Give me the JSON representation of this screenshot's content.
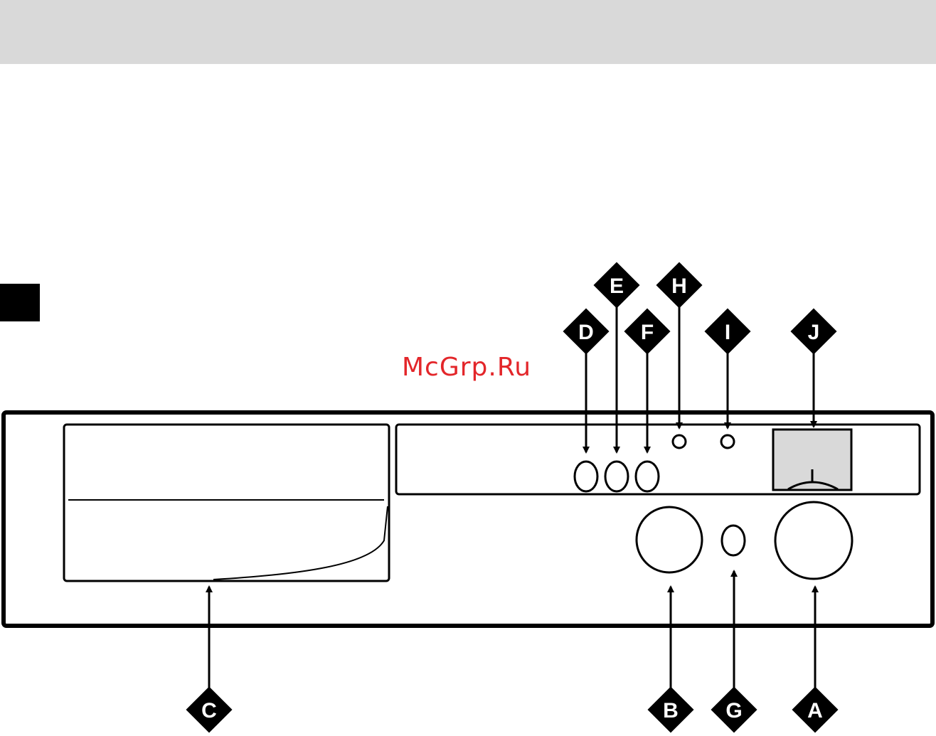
{
  "watermark": "McGrp.Ru",
  "callouts": {
    "A": "A",
    "B": "B",
    "C": "C",
    "D": "D",
    "E": "E",
    "F": "F",
    "G": "G",
    "H": "H",
    "I": "I",
    "J": "J"
  },
  "colors": {
    "header_band": "#d9d9d9",
    "ink": "#000000",
    "display_fill": "#d9d9d9",
    "watermark": "#e3262a"
  }
}
